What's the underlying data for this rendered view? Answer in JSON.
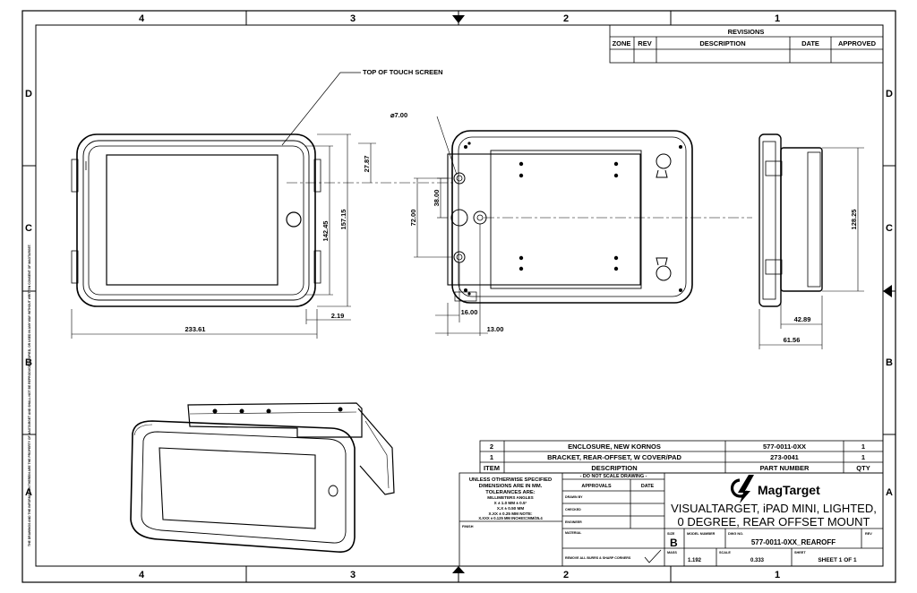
{
  "zones": {
    "top": [
      "4",
      "3",
      "2",
      "1"
    ],
    "bottom": [
      "4",
      "3",
      "2",
      "1"
    ],
    "left": [
      "D",
      "C",
      "B",
      "A"
    ],
    "right": [
      "D",
      "C",
      "B",
      "A"
    ]
  },
  "revisions": {
    "title": "REVISIONS",
    "headers": [
      "ZONE",
      "REV",
      "DESCRIPTION",
      "DATE",
      "APPROVED"
    ]
  },
  "callouts": {
    "top_of_touch_screen": "TOP OF TOUCH SCREEN",
    "hole_dia": "⌀7.00"
  },
  "dimensions": {
    "width_233": "233.61",
    "offset_2_19": "2.19",
    "height_142": "142.45",
    "height_157": "157.15",
    "d_27_87": "27.87",
    "d_38": "38.00",
    "d_72": "72.00",
    "d_16": "16.00",
    "d_13": "13.00",
    "d_128": "128.25",
    "d_42": "42.89",
    "d_61": "61.56"
  },
  "side_note": "THE DRAWINGS AND THE INFORMATION THEREIN ARE THE PROPERTY OF MAGTARGET AND SHALL NOT BE REPRODUCED, COPIED, OR USED IN ANY WAY WITHOUT WRITTEN CONSENT OF MAGTARGET.",
  "bom": {
    "headers": [
      "ITEM",
      "DESCRIPTION",
      "PART NUMBER",
      "QTY"
    ],
    "rows": [
      {
        "item": "2",
        "desc": "ENCLOSURE, NEW KORNOS",
        "part": "577-0011-0XX",
        "qty": "1"
      },
      {
        "item": "1",
        "desc": "BRACKET, REAR-OFFSET, W COVER/PAD",
        "part": "273-0041",
        "qty": "1"
      }
    ]
  },
  "tolerances": {
    "l1": "UNLESS OTHERWISE SPECIFIED",
    "l2": "DIMENSIONS ARE IN MM.",
    "l3": "TOLERANCES ARE:",
    "l4": "MILLIMETERS     ANGLES",
    "l5": "X ±  1.0     MM     ± 0.5°",
    "l6": "X.X ± 0.50   MM",
    "l7": "X.XX ± 0.25  MM      NOTE:",
    "l8": "X.XXX ± 0.125 MM    INCHES=MM/25.4",
    "finish": "FINISH"
  },
  "approvals": {
    "note": "- DO NOT SCALE DRAWING -",
    "h_approvals": "APPROVALS",
    "h_date": "DATE",
    "drawn_by": "DRAWN BY",
    "checked": "CHECKED",
    "engineer": "ENGINEER",
    "material": "MATERIAL",
    "burrs": "REMOVE ALL BURRS & SHARP CORNERS"
  },
  "title_block": {
    "logo": "MagTarget",
    "title1": "VISUALTARGET, iPAD MINI, LIGHTED,",
    "title2": "0 DEGREE, REAR OFFSET MOUNT",
    "size_label": "SIZE",
    "size": "B",
    "model_label": "MODEL NUMBER",
    "dwg_label": "DWG NO.",
    "dwg_no": "577-0011-0XX_REAROFF",
    "rev_label": "REV",
    "mass_label": "MASS",
    "mass": "1.192",
    "scale_label": "SCALE",
    "scale": "0.333",
    "sheet_label": "SHEET",
    "sheet": "SHEET 1 OF 1"
  }
}
